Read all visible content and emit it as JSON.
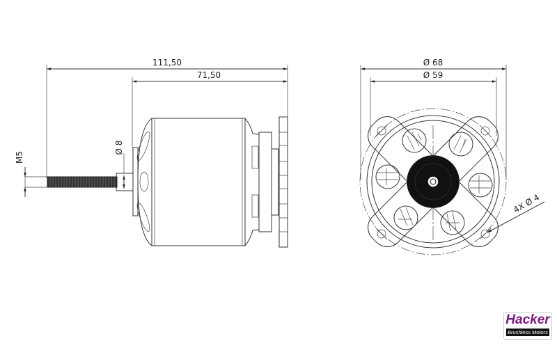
{
  "side_view": {
    "overall_length": "111,50",
    "body_length": "71,50",
    "shaft_diameter": "Ø 8",
    "thread": "M5"
  },
  "front_view": {
    "outer_diameter": "Ø 68",
    "mount_diameter": "Ø 59",
    "holes": "4X Ø 4"
  },
  "logo": {
    "brand": "Hacker",
    "tagline": "Brushless Motors",
    "color": "#7a1a7a"
  }
}
